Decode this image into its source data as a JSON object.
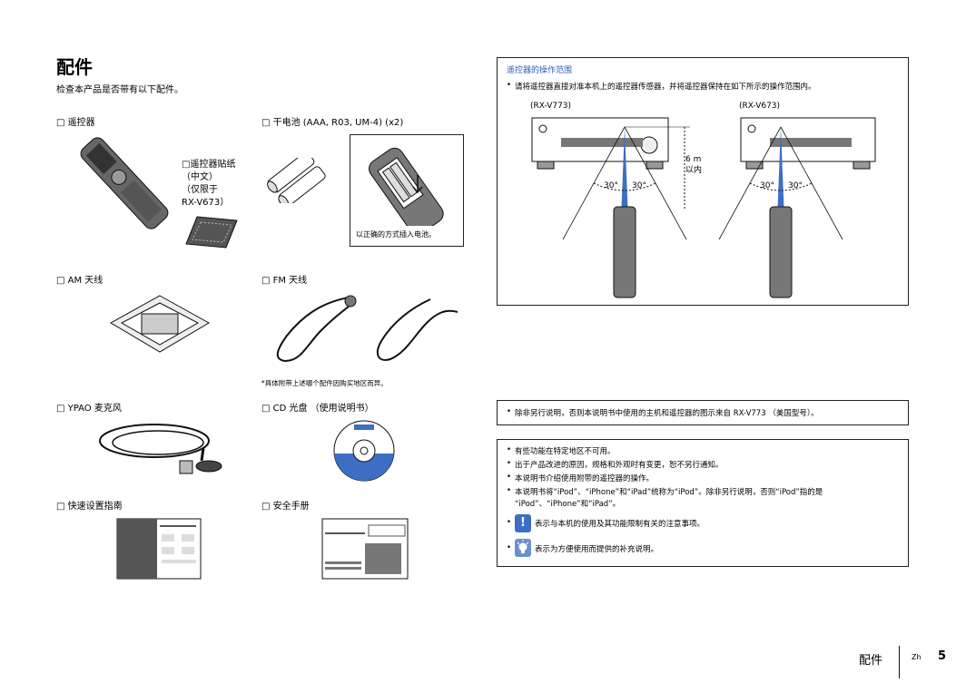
{
  "page_title": "配件",
  "intro": "检查本产品是否带有以下配件。",
  "items": {
    "remote": "□ 遥控器",
    "sticker": [
      "□遥控器贴纸",
      "（中文）",
      "（仅限于",
      "RX-V673）"
    ],
    "batteries": "□ 干电池 (AAA, R03, UM-4) (x2)",
    "battery_note": "以正确的方式插入电池。",
    "am": "□ AM 天线",
    "fm": "□ FM 天线",
    "region_note": "*具体附带上述哪个配件因购买地区而异。",
    "ypao": "□ YPAO 麦克风",
    "cd": "□ CD 光盘 （使用说明书）",
    "quick": "□ 快速设置指南",
    "safety": "□ 安全手册"
  },
  "range_box": {
    "title": "遥控器的操作范围",
    "bullet": "请将遥控器直接对准本机上的遥控器传感器，并将遥控器保持在如下所示的操作范围内。",
    "model_left": "(RX-V773)",
    "model_right": "(RX-V673)",
    "distance_value": "6 m",
    "distance_note": "以内",
    "angle": "30°"
  },
  "note_box": "除非另行说明，否则本说明书中使用的主机和遥控器的图示来自 RX-V773 （美国型号）。",
  "info_box": {
    "b1": "有些功能在特定地区不可用。",
    "b2": "出于产品改进的原因，规格和外观时有变更，恕不另行通知。",
    "b3": "本说明书介绍使用附带的遥控器的操作。",
    "b4a": "本说明书将“iPod”、“iPhone”和“iPad”统称为“iPod”。除非另行说明，否则“iPod”指的是",
    "b4b": "“iPod”、“iPhone”和“iPad”。",
    "caution_icon_glyph": "!",
    "caution_text": "表示与本机的使用及其功能限制有关的注意事项。",
    "hint_text": "表示为方便使用而提供的补充说明。",
    "accent_color": "#3c6fc4"
  },
  "footer": {
    "section": "配件",
    "lang": "Zh",
    "page": "5"
  }
}
